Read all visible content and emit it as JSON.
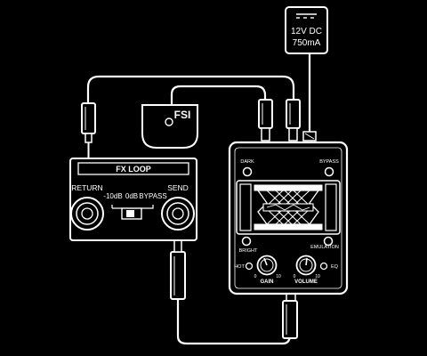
{
  "power": {
    "line1": "12V DC",
    "line2": "750mA"
  },
  "footswitch": {
    "label": "FSI"
  },
  "fx_loop": {
    "title": "FX LOOP",
    "return_label": "RETURN",
    "send_label": "SEND",
    "level_options": [
      "-10dB",
      "0dB",
      "BYPASS"
    ]
  },
  "unit": {
    "dark_label": "DARK",
    "bypass_label": "BYPASS",
    "bright_label": "BRIGHT",
    "emulation_label": "EMULATION",
    "hot_label": "HOT",
    "eq_label": "EQ",
    "gain_label": "GAIN",
    "volume_label": "VOLUME",
    "knob_min": "0",
    "knob_max": "10"
  },
  "colors": {
    "background": "#000000",
    "line": "#ffffff"
  }
}
